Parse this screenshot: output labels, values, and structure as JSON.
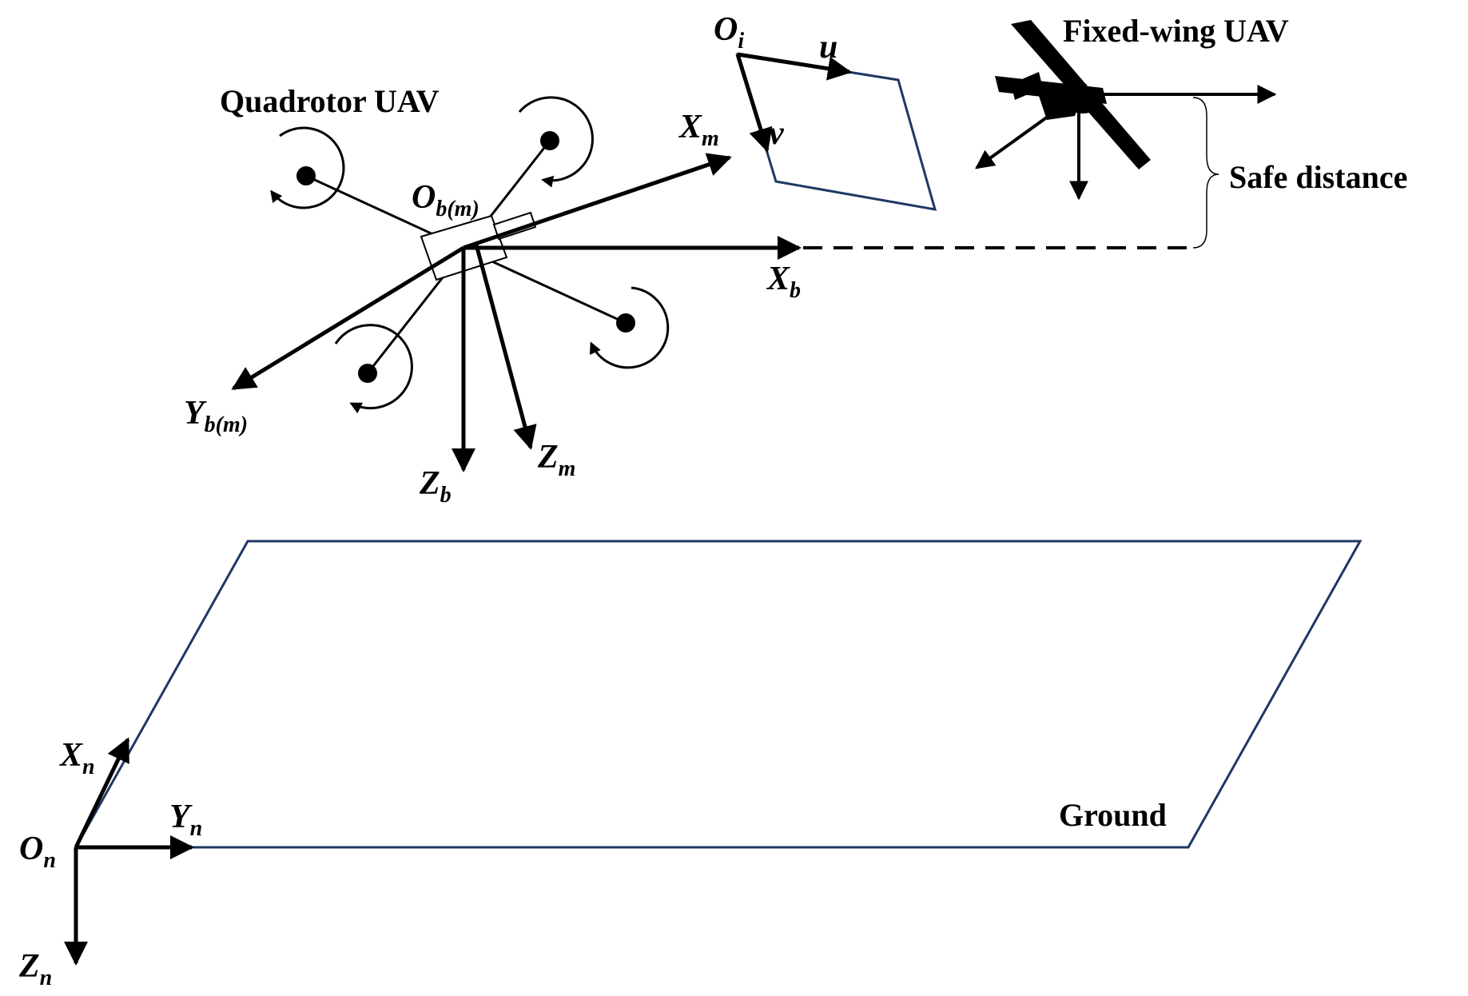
{
  "labels": {
    "quadrotor": "Quadrotor UAV",
    "fixed_wing": "Fixed-wing UAV",
    "safe_distance": "Safe distance",
    "ground": "Ground"
  },
  "axes": {
    "O_i": {
      "main": "O",
      "sub": "i"
    },
    "u": {
      "main": "u",
      "sub": ""
    },
    "v": {
      "main": "v",
      "sub": ""
    },
    "X_m": {
      "main": "X",
      "sub": "m"
    },
    "O_bm": {
      "main": "O",
      "sub": "b(m)"
    },
    "X_b": {
      "main": "X",
      "sub": "b"
    },
    "Y_bm": {
      "main": "Y",
      "sub": "b(m)"
    },
    "Z_b": {
      "main": "Z",
      "sub": "b"
    },
    "Z_m": {
      "main": "Z",
      "sub": "m"
    },
    "X_n": {
      "main": "X",
      "sub": "n"
    },
    "Y_n": {
      "main": "Y",
      "sub": "n"
    },
    "O_n": {
      "main": "O",
      "sub": "n"
    },
    "Z_n": {
      "main": "Z",
      "sub": "n"
    }
  },
  "colors": {
    "ink": "#000000",
    "plane_outline": "#1f3864"
  }
}
